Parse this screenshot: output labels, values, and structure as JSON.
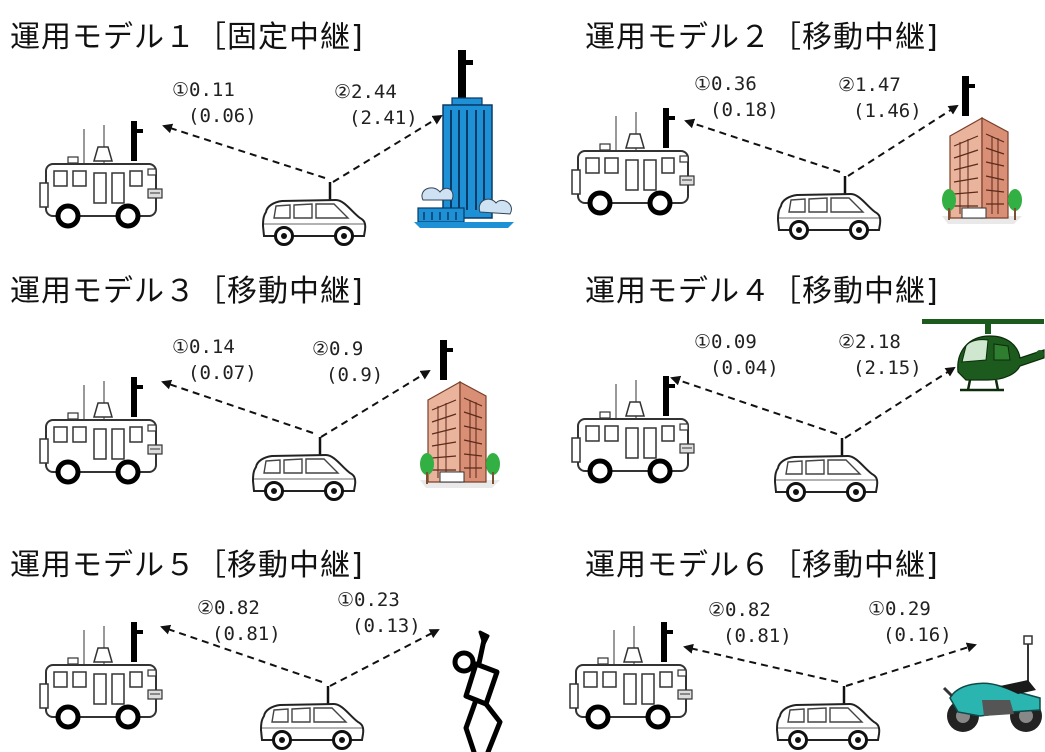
{
  "models": [
    {
      "title": "運用モデル１［固定中継]",
      "link1": {
        "main": "①0.11",
        "sub": "(0.06)"
      },
      "link2": {
        "main": "②2.44",
        "sub": "(2.41)"
      },
      "target": "tower-building-icon"
    },
    {
      "title": "運用モデル２［移動中継]",
      "link1": {
        "main": "①0.36",
        "sub": "(0.18)"
      },
      "link2": {
        "main": "②1.47",
        "sub": "(1.46)"
      },
      "target": "office-building-icon"
    },
    {
      "title": "運用モデル３［移動中継]",
      "link1": {
        "main": "①0.14",
        "sub": "(0.07)"
      },
      "link2": {
        "main": "②0.9",
        "sub": "(0.9)"
      },
      "target": "office-building-icon"
    },
    {
      "title": "運用モデル４［移動中継]",
      "link1": {
        "main": "①0.09",
        "sub": "(0.04)"
      },
      "link2": {
        "main": "②2.18",
        "sub": "(2.15)"
      },
      "target": "helicopter-icon"
    },
    {
      "title": "運用モデル５［移動中継]",
      "link1": {
        "main": "②0.82",
        "sub": "(0.81)"
      },
      "link2": {
        "main": "①0.23",
        "sub": "(0.13)"
      },
      "target": "walking-person-icon"
    },
    {
      "title": "運用モデル６［移動中継]",
      "link1": {
        "main": "②0.82",
        "sub": "(0.81)"
      },
      "link2": {
        "main": "①0.29",
        "sub": "(0.16)"
      },
      "target": "motorcycle-icon"
    }
  ],
  "colors": {
    "tower": "#1e90d6",
    "building": "#e8a98f",
    "helicopter": "#1d5a1d",
    "motorcycle": "#2bb5b0",
    "tree": "#33b043"
  }
}
